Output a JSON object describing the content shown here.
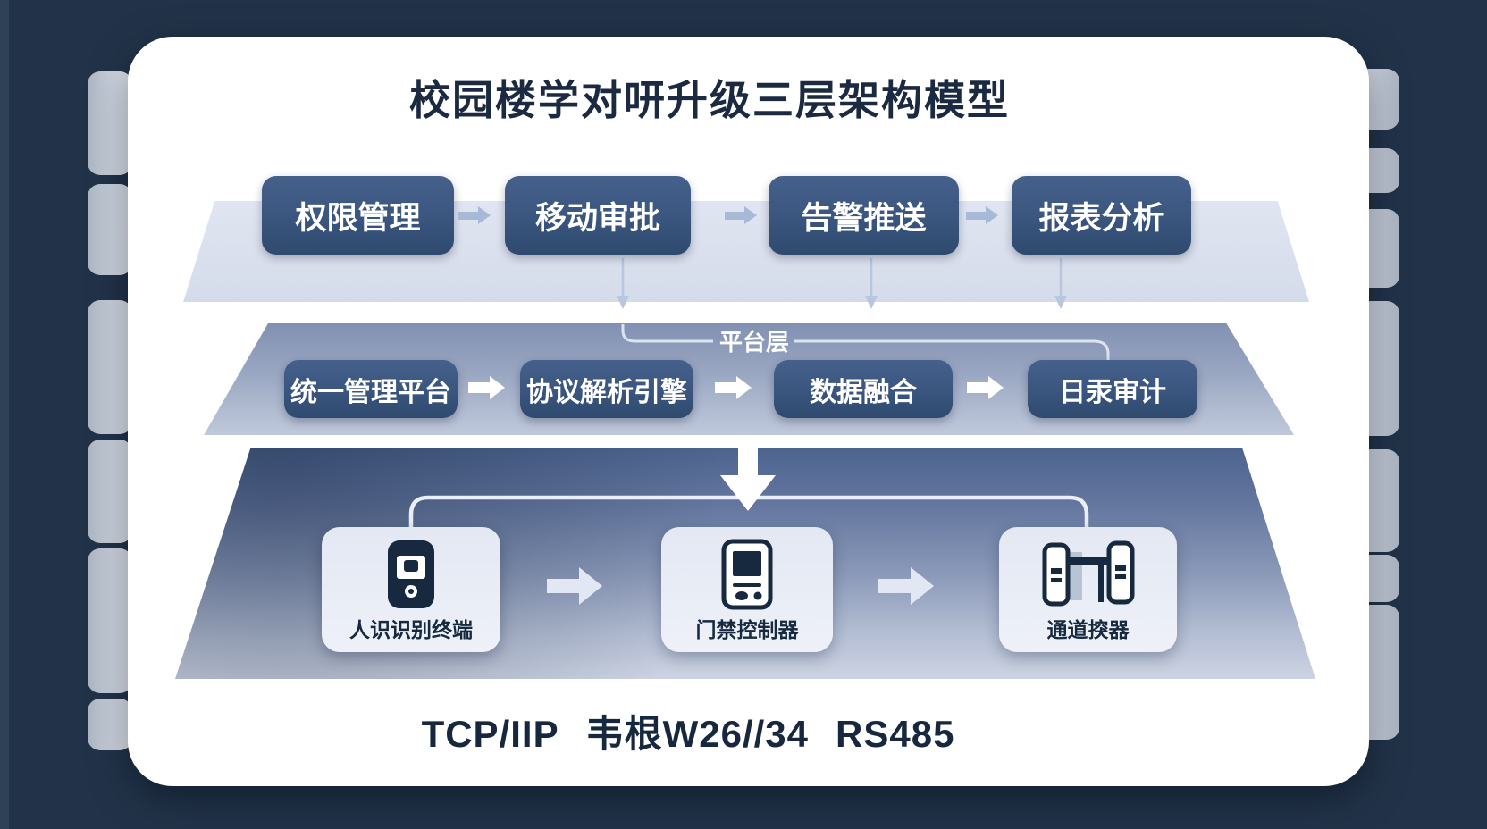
{
  "title": "校园楼学对咞升级三层架构模型",
  "app_layer": {
    "boxes": [
      "权限管理",
      "移动审批",
      "告警推送",
      "报表分析"
    ]
  },
  "platform_layer": {
    "label": "平台层",
    "boxes": [
      "统一管理平台",
      "协议解析引擎",
      "数据融合",
      "日汞审计"
    ]
  },
  "device_layer": {
    "devices": [
      {
        "label": "人识识别终端",
        "icon": "face-recognition-terminal-icon"
      },
      {
        "label": "门禁控制器",
        "icon": "access-controller-icon"
      },
      {
        "label": "通道揬器",
        "icon": "turnstile-gate-icon"
      }
    ]
  },
  "protocols": [
    "TCP/IIP",
    "韦根W26//34",
    "RS485"
  ],
  "colors": {
    "background": "#223349",
    "card": "#ffffff",
    "app_band": "#d9dfee",
    "node_box_top": "#45618b",
    "node_box_bottom": "#2f4a6e",
    "platform_band_top": "#8191b2",
    "device_band_top": "#4d648f",
    "device_band_bottom": "#ccd3e2",
    "device_card": "#e8ecf5",
    "icon_ink": "#16293e",
    "text_dark": "#1b2a40",
    "arrow_light_blue": "#a6b9d6",
    "arrow_white": "#ffffff",
    "connector_line": "#d9e1ee"
  }
}
